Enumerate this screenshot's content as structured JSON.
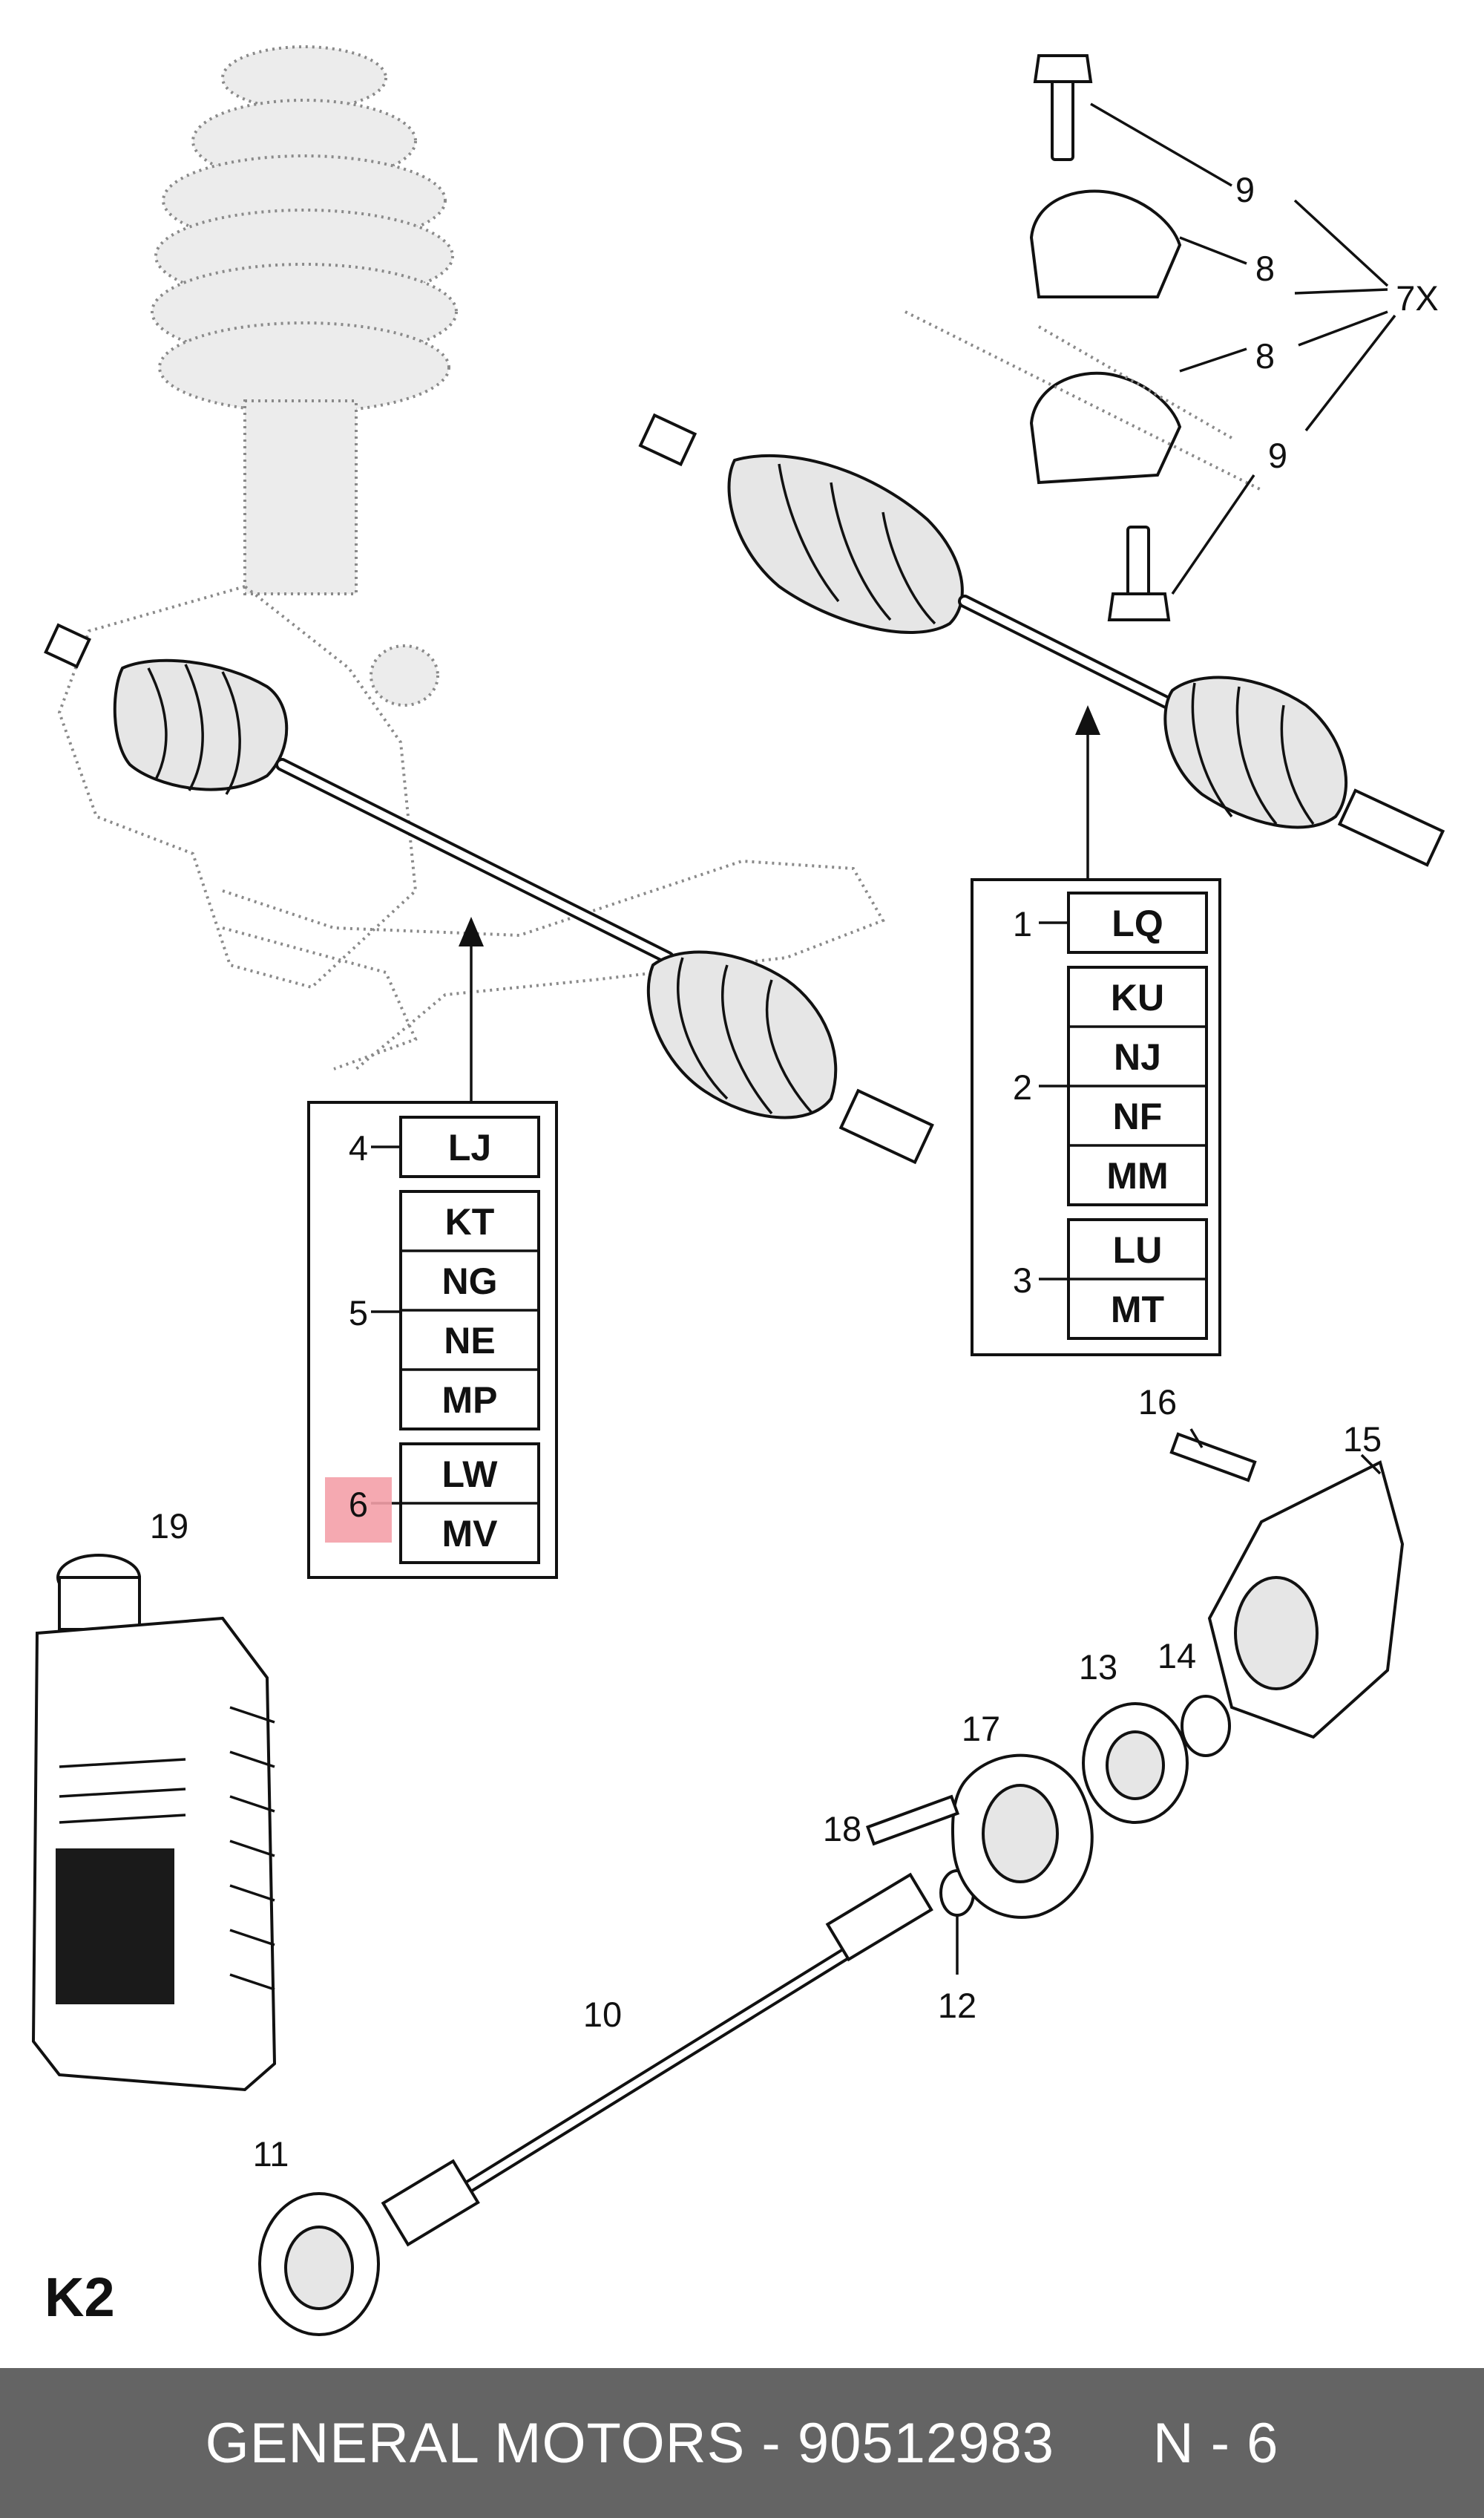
{
  "diagram": {
    "callouts": {
      "c1": "1",
      "c2": "2",
      "c3": "3",
      "c4": "4",
      "c5": "5",
      "c6": "6",
      "c7x": "7X",
      "c8a": "8",
      "c8b": "8",
      "c9a": "9",
      "c9b": "9",
      "c10": "10",
      "c11": "11",
      "c12": "12",
      "c13": "13",
      "c14": "14",
      "c15": "15",
      "c16": "16",
      "c17": "17",
      "c18": "18",
      "c19": "19"
    },
    "left_codes": {
      "group4": [
        "LJ"
      ],
      "group5": [
        "KT",
        "NG",
        "NE",
        "MP"
      ],
      "group6": [
        "LW",
        "MV"
      ]
    },
    "right_codes": {
      "group1": [
        "LQ"
      ],
      "group2": [
        "KU",
        "NJ",
        "NF",
        "MM"
      ],
      "group3": [
        "LU",
        "MT"
      ]
    },
    "page_label": "K2",
    "highlight_color": "#f4a0a8"
  },
  "footer": {
    "brand": "GENERAL MOTORS",
    "separator": " - ",
    "part_number": "90512983",
    "page_ref": "N - 6"
  }
}
